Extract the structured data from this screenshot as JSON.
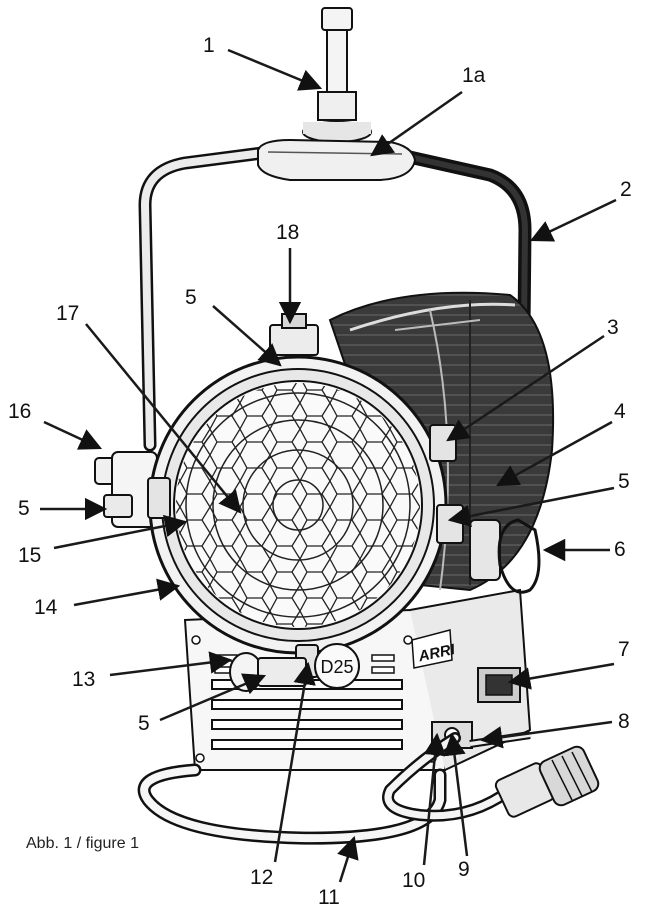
{
  "figure": {
    "caption": "Abb. 1 / figure 1",
    "device_badge": "D25",
    "brand_logo": "ARRI",
    "callouts": [
      {
        "id": "c1",
        "label": "1"
      },
      {
        "id": "c1a",
        "label": "1a"
      },
      {
        "id": "c2",
        "label": "2"
      },
      {
        "id": "c18",
        "label": "18"
      },
      {
        "id": "c5a",
        "label": "5"
      },
      {
        "id": "c17",
        "label": "17"
      },
      {
        "id": "c3",
        "label": "3"
      },
      {
        "id": "c16",
        "label": "16"
      },
      {
        "id": "c4",
        "label": "4"
      },
      {
        "id": "c5b",
        "label": "5"
      },
      {
        "id": "c5c",
        "label": "5"
      },
      {
        "id": "c6",
        "label": "6"
      },
      {
        "id": "c15",
        "label": "15"
      },
      {
        "id": "c14",
        "label": "14"
      },
      {
        "id": "c7",
        "label": "7"
      },
      {
        "id": "c13",
        "label": "13"
      },
      {
        "id": "c8",
        "label": "8"
      },
      {
        "id": "c5d",
        "label": "5"
      },
      {
        "id": "c12",
        "label": "12"
      },
      {
        "id": "c10",
        "label": "10"
      },
      {
        "id": "c9",
        "label": "9"
      },
      {
        "id": "c11",
        "label": "11"
      }
    ]
  }
}
